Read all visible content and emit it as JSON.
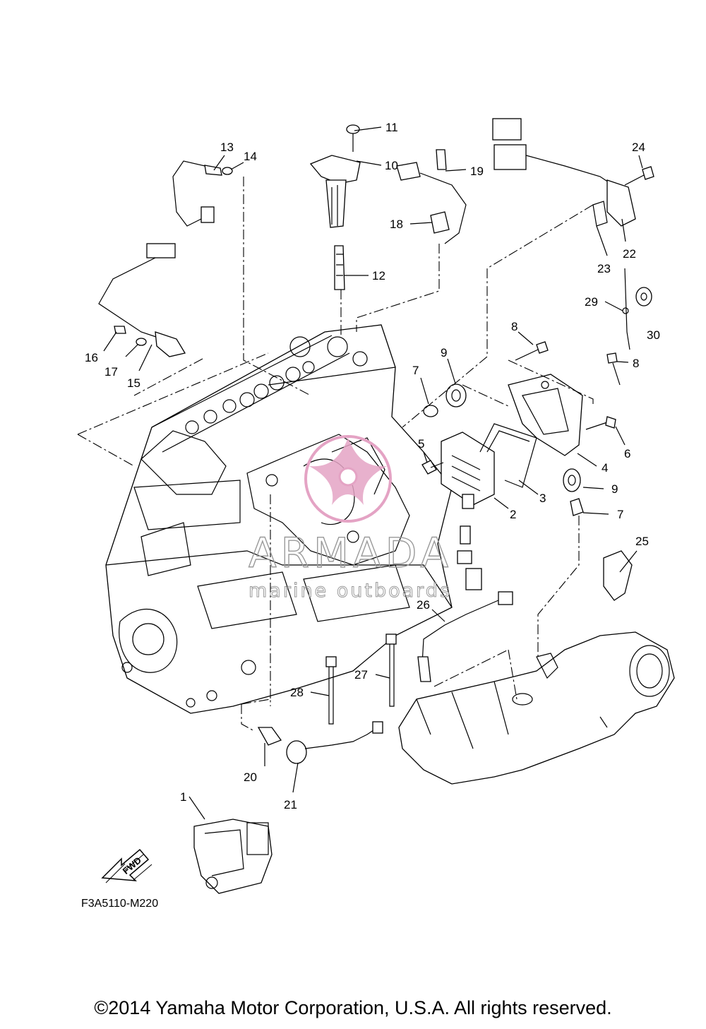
{
  "callouts": {
    "c1": "1",
    "c2": "2",
    "c3": "3",
    "c4": "4",
    "c5": "5",
    "c6": "6",
    "c7a": "7",
    "c7b": "7",
    "c8a": "8",
    "c8b": "8",
    "c9a": "9",
    "c9b": "9",
    "c10": "10",
    "c11": "11",
    "c12": "12",
    "c13": "13",
    "c14": "14",
    "c15": "15",
    "c16": "16",
    "c17": "17",
    "c18": "18",
    "c19": "19",
    "c20": "20",
    "c21": "21",
    "c22": "22",
    "c23": "23",
    "c24": "24",
    "c25": "25",
    "c26": "26",
    "c27": "27",
    "c28": "28",
    "c29": "29",
    "c30": "30"
  },
  "watermark": {
    "brand": "ARMADA",
    "tagline": "marine outboards"
  },
  "fwd_label": "FWD",
  "diagram_code": "F3A5110-M220",
  "copyright": "©2014 Yamaha Motor Corporation, U.S.A. All rights reserved.",
  "colors": {
    "watermark_logo": "#e4a3c4",
    "watermark_text": "#9a9a9a"
  }
}
